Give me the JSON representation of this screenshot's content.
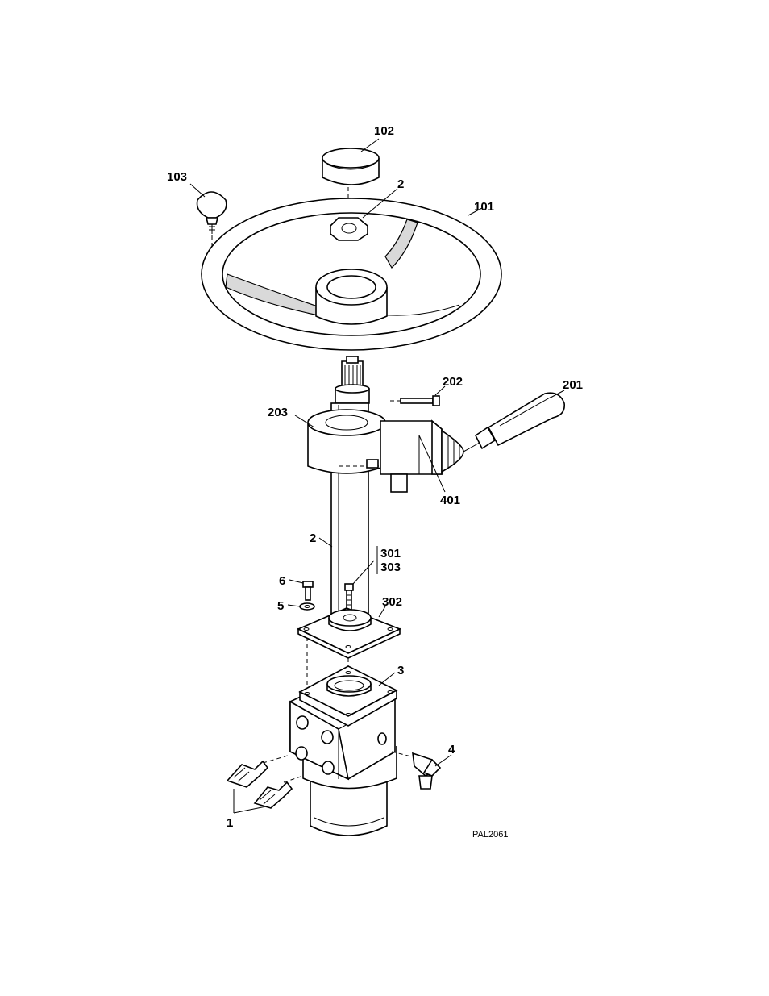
{
  "diagram": {
    "figure_code": "PAL2061",
    "callouts": {
      "c102": "102",
      "c103": "103",
      "c2_top": "2",
      "c101": "101",
      "c202": "202",
      "c201": "201",
      "c203": "203",
      "c401": "401",
      "c2_column": "2",
      "c301": "301",
      "c303": "303",
      "c6": "6",
      "c5": "5",
      "c302": "302",
      "c3": "3",
      "c4": "4",
      "c1": "1"
    }
  }
}
